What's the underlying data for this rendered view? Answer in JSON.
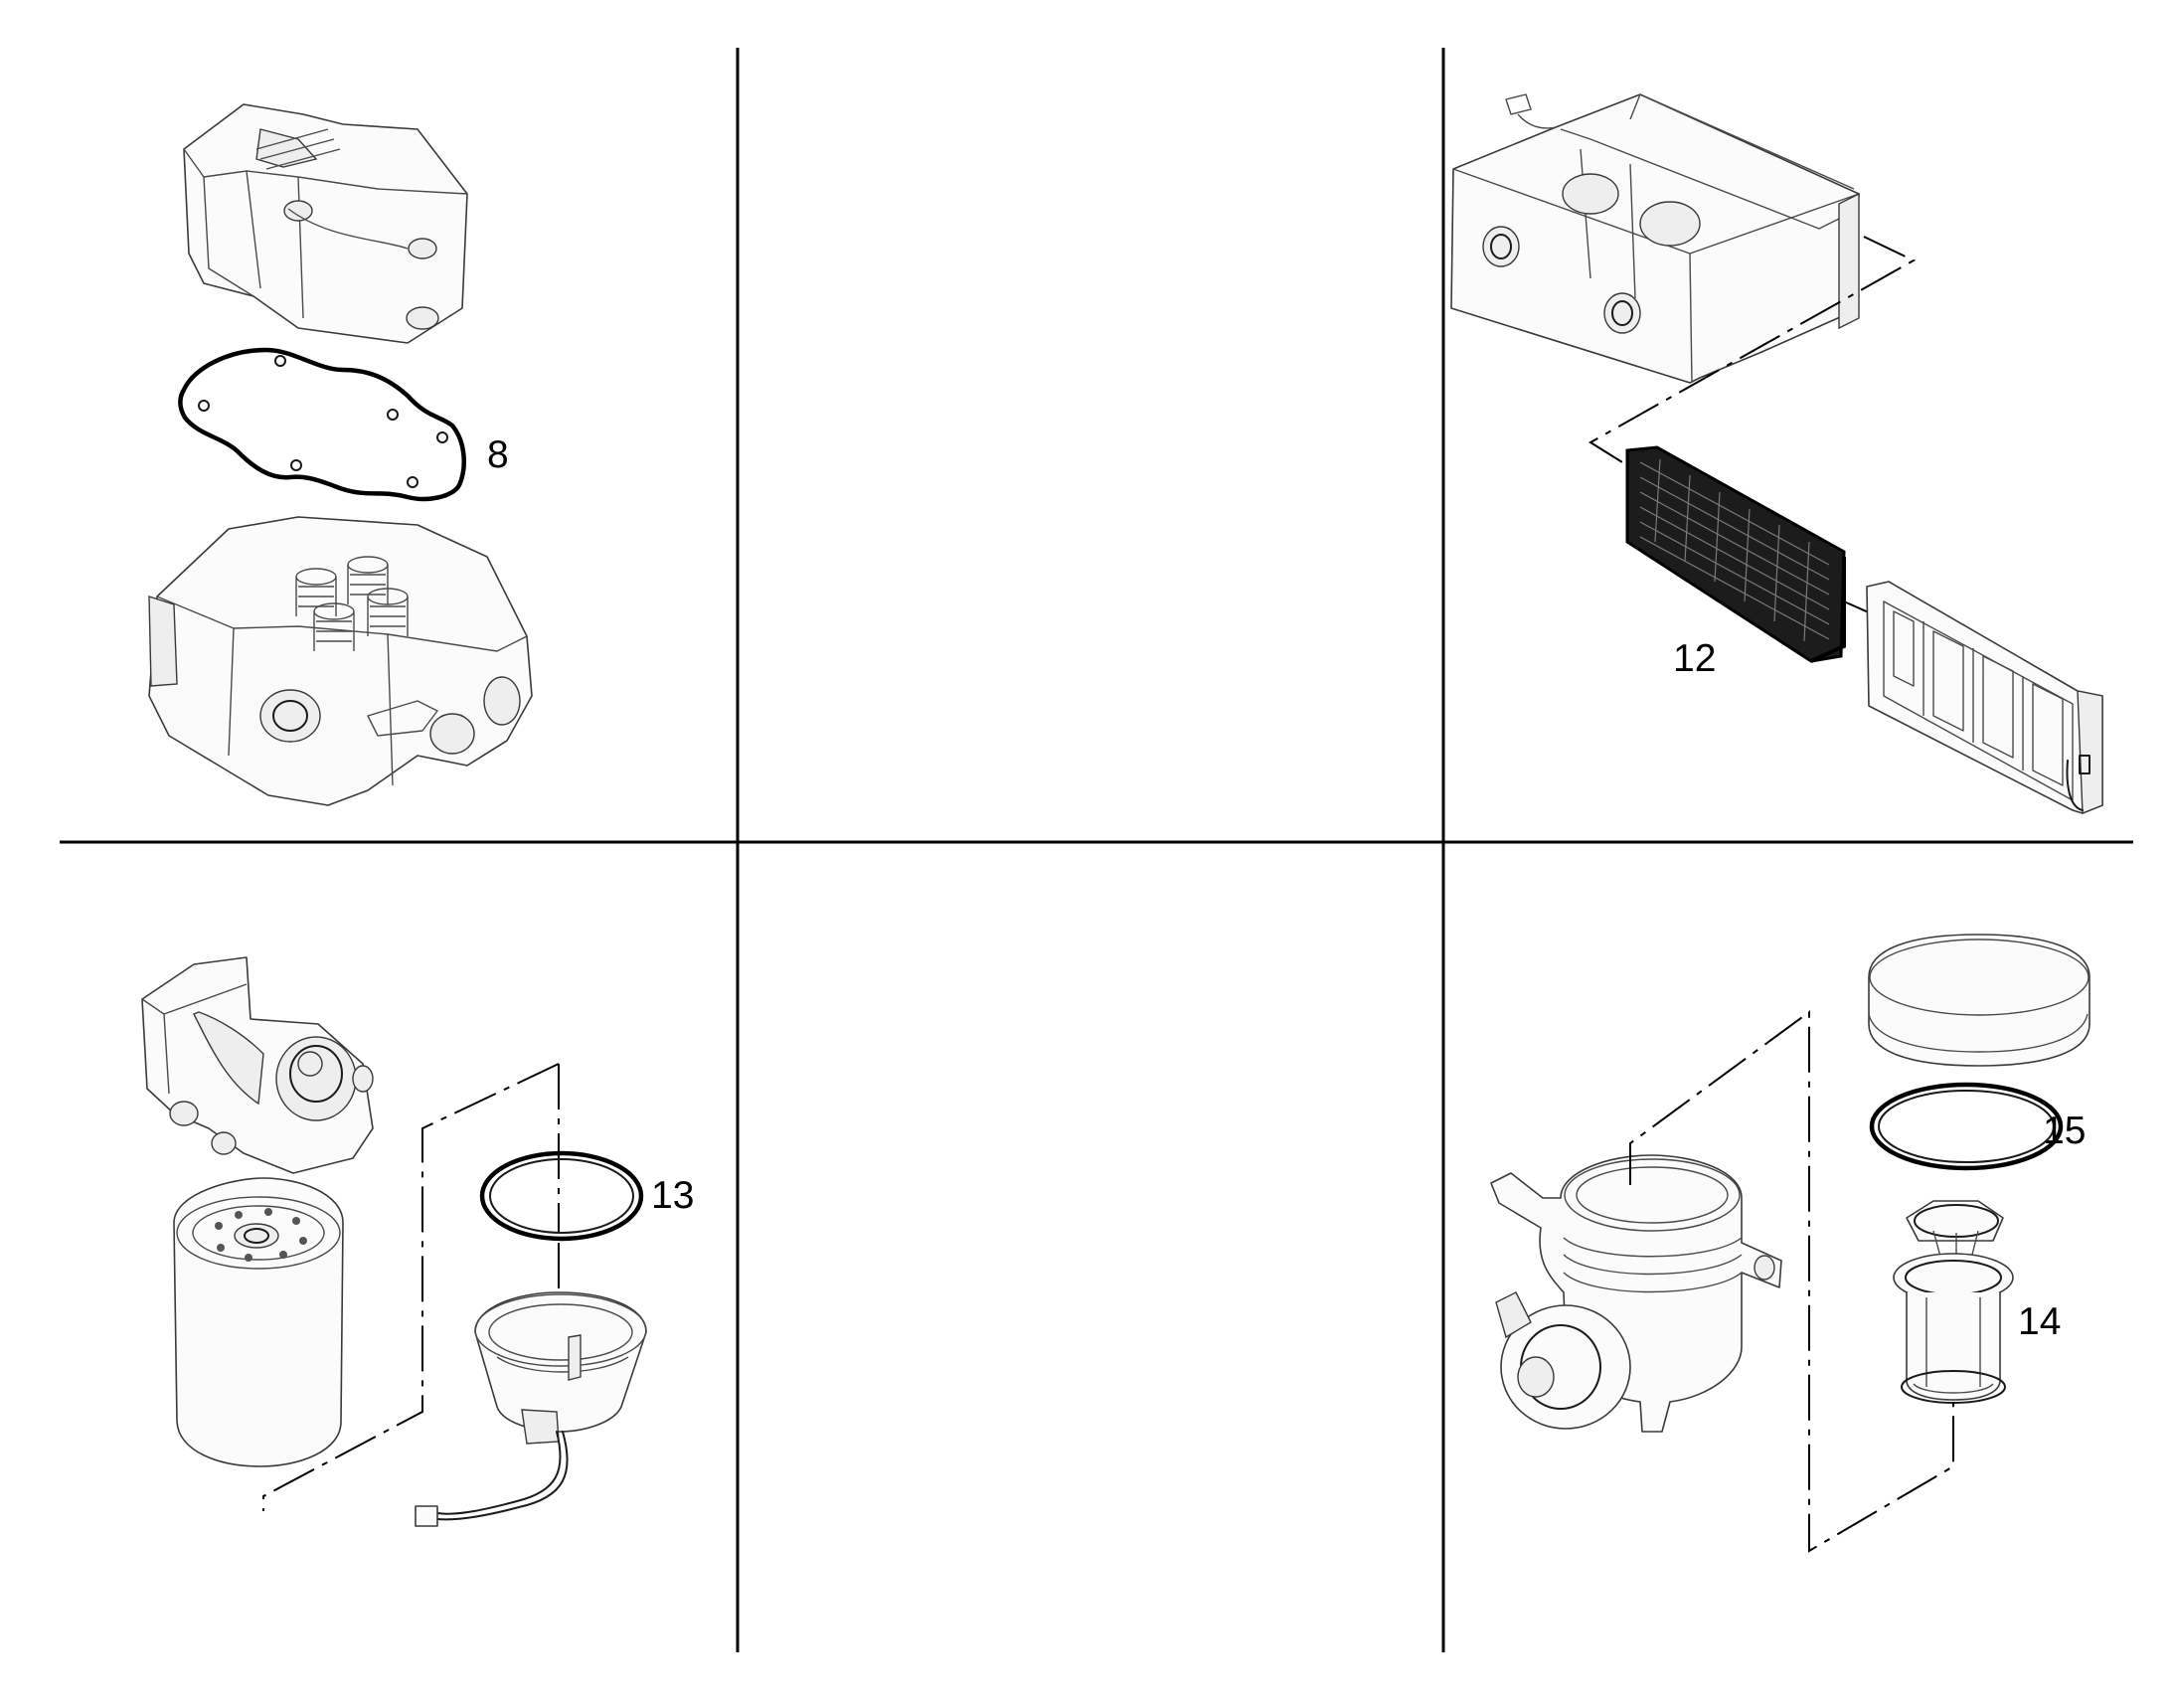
{
  "diagram": {
    "panels": [
      {
        "id": "cylinder-head",
        "callouts": [
          "8"
        ]
      },
      {
        "id": "empty-top-middle",
        "callouts": []
      },
      {
        "id": "cab-air-filter",
        "callouts": [
          "12"
        ]
      },
      {
        "id": "fuel-filter",
        "callouts": [
          "13"
        ]
      },
      {
        "id": "empty-bottom-middle",
        "callouts": []
      },
      {
        "id": "breather-filter",
        "callouts": [
          "15",
          "14"
        ]
      }
    ],
    "callout_labels": {
      "gasket": "8",
      "cabin_filter": "12",
      "fuel_filter_seal": "13",
      "breather_element": "14",
      "breather_seal": "15"
    }
  }
}
